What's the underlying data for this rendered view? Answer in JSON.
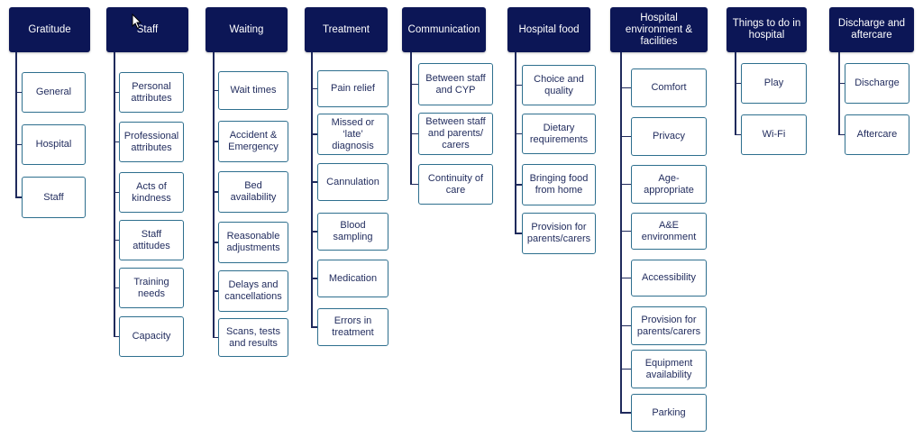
{
  "categories": [
    {
      "key": "gratitude",
      "title": "Gratitude",
      "items": [
        "General",
        "Hospital",
        "Staff"
      ]
    },
    {
      "key": "staff",
      "title": "Staff",
      "items": [
        "Personal\nattributes",
        "Professional\nattributes",
        "Acts of\nkindness",
        "Staff\nattitudes",
        "Training\nneeds",
        "Capacity"
      ]
    },
    {
      "key": "waiting",
      "title": "Waiting",
      "items": [
        "Wait times",
        "Accident &\nEmergency",
        "Bed\navailability",
        "Reasonable\nadjustments",
        "Delays and\ncancellations",
        "Scans, tests\nand results"
      ]
    },
    {
      "key": "treatment",
      "title": "Treatment",
      "items": [
        "Pain relief",
        "Missed or\n‘late’\ndiagnosis",
        "Cannulation",
        "Blood\nsampling",
        "Medication",
        "Errors in\ntreatment"
      ]
    },
    {
      "key": "communication",
      "title": "Communication",
      "items": [
        "Between staff\nand CYP",
        "Between staff\nand parents/\ncarers",
        "Continuity of\ncare"
      ]
    },
    {
      "key": "hospital_food",
      "title": "Hospital food",
      "items": [
        "Choice and\nquality",
        "Dietary\nrequirements",
        "Bringing food\nfrom home",
        "Provision for\nparents/carers"
      ]
    },
    {
      "key": "environment",
      "title": "Hospital\nenvironment &\nfacilities",
      "items": [
        "Comfort",
        "Privacy",
        "Age-\nappropriate",
        "A&E\nenvironment",
        "Accessibility",
        "Provision for\nparents/carers",
        "Equipment\navailability",
        "Parking"
      ]
    },
    {
      "key": "things_to_do",
      "title": "Things to do in\nhospital",
      "items": [
        "Play",
        "Wi-Fi"
      ]
    },
    {
      "key": "discharge",
      "title": "Discharge and\naftercare",
      "items": [
        "Discharge",
        "Aftercare"
      ]
    }
  ],
  "colors": {
    "header_bg": "#0c1656",
    "header_text": "#ffffff",
    "item_border": "#2e6f8e",
    "item_text": "#1f2a5c",
    "connector": "#1f2a5c"
  },
  "cursor_icon": "pointer-cursor-icon"
}
